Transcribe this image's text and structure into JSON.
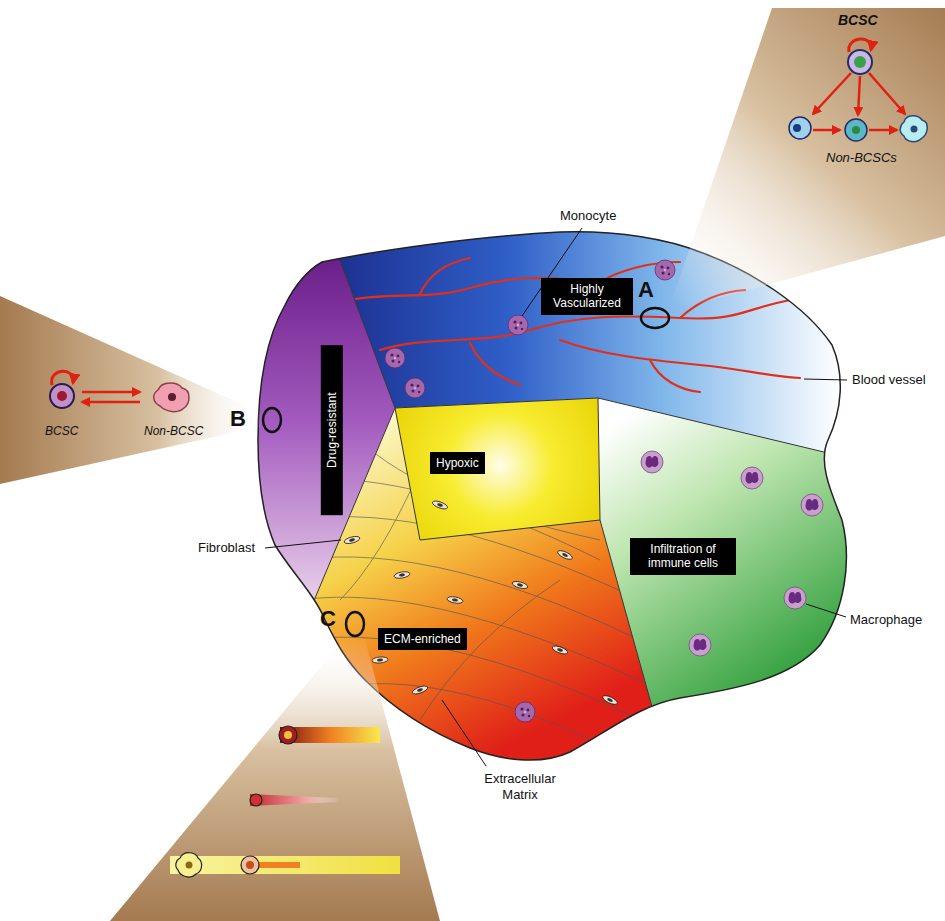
{
  "diagram": {
    "nodes": [
      {
        "text": [
          "Highly Vascularized"
        ]
      },
      {
        "text": [
          "Hypoxic"
        ]
      },
      {
        "text": [
          "Drug-resistant"
        ]
      },
      {
        "text": [
          "Infiltration of immune cells"
        ]
      },
      {
        "text": [
          "ECM-enriched"
        ]
      }
    ],
    "labels": [
      "A",
      "BCSC",
      "Non-BCSCs",
      "B",
      "BCSC",
      "Non-BCSC",
      "C",
      "Monocyte",
      "Blood vessel",
      "Fibroblast",
      "Macrophage",
      "Extracellular Matrix"
    ]
  }
}
